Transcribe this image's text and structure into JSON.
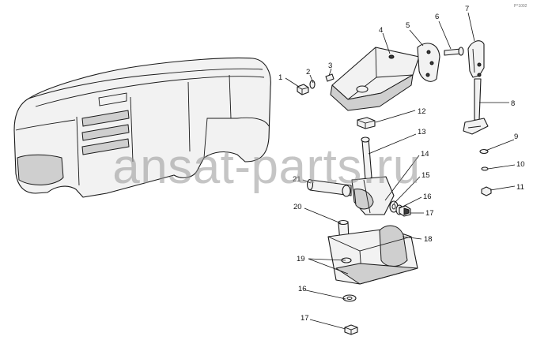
{
  "diagram": {
    "corner_code": "P°1002",
    "callouts": {
      "c1": "1",
      "c2": "2",
      "c3": "3",
      "c4": "4",
      "c5": "5",
      "c6": "6",
      "c7": "7",
      "c8": "8",
      "c9": "9",
      "c10": "10",
      "c11": "11",
      "c12": "12",
      "c13": "13",
      "c14": "14",
      "c15": "15",
      "c16a": "16",
      "c17a": "17",
      "c18": "18",
      "c19": "19",
      "c20": "20",
      "c21": "21",
      "c16b": "16",
      "c17b": "17"
    }
  },
  "watermark": {
    "text": "ansat-parts.ru"
  }
}
